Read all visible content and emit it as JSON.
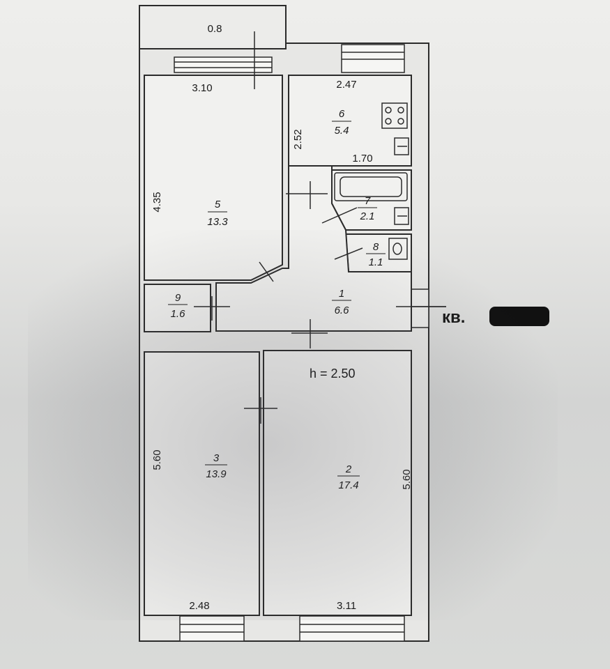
{
  "plan": {
    "ceiling_height": "h = 2.50",
    "apartment_label": "кв.",
    "rooms": [
      {
        "no": "1",
        "area": "6.6"
      },
      {
        "no": "2",
        "area": "17.4"
      },
      {
        "no": "3",
        "area": "13.9"
      },
      {
        "no": "5",
        "area": "13.3"
      },
      {
        "no": "6",
        "area": "5.4"
      },
      {
        "no": "7",
        "area": "2.1"
      },
      {
        "no": "8",
        "area": "1.1"
      },
      {
        "no": "9",
        "area": "1.6"
      }
    ],
    "balcony": "0.8",
    "dimensions": {
      "room5_width": "3.10",
      "room5_length": "4.35",
      "room6_width": "2.47",
      "room6_length": "2.52",
      "room6_inner": "1.70",
      "room3_length": "5.60",
      "room3_width": "2.48",
      "room2_length": "5.60",
      "room2_width": "3.11"
    }
  },
  "colors": {
    "wall": "#2b2b2b",
    "room_fill": "#f1f1ef",
    "redaction": "#111111"
  }
}
